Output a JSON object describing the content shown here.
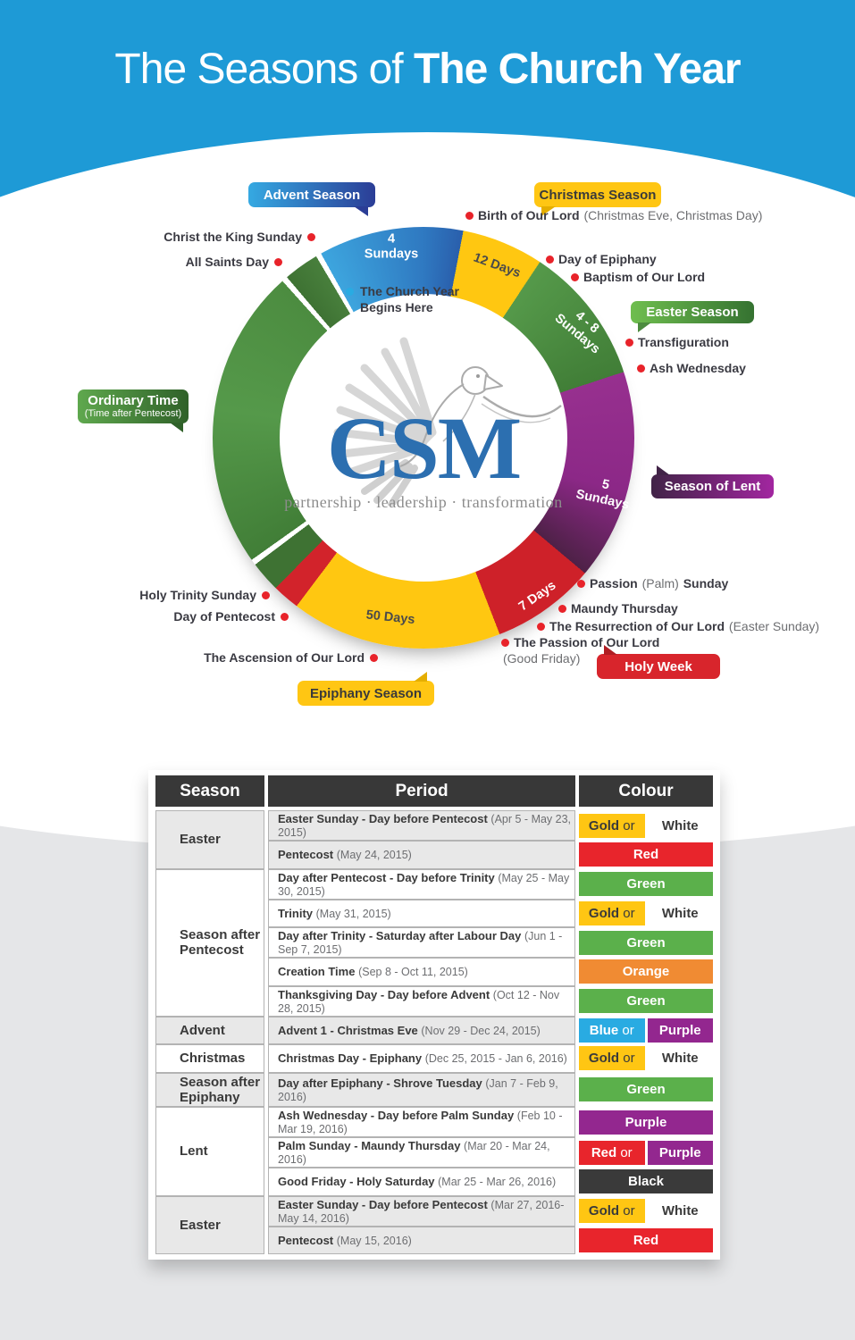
{
  "header": {
    "title_regular": "The Seasons of",
    "title_bold": "The Church Year"
  },
  "logo": {
    "name": "CSM",
    "tagline": "partnership · leadership · transformation"
  },
  "diagram": {
    "colors": {
      "advent_blue": "#2F79C1",
      "gold": "#FFC711",
      "green": "#4C8C40",
      "lent_purple": "#8C2887",
      "red": "#D2232B",
      "header_blue": "#1E9AD6"
    },
    "segments": {
      "advent": {
        "l1": "4",
        "l2": "Sundays"
      },
      "christmas": {
        "l1": "12 Days"
      },
      "epiphany": {
        "l1": "4 - 8",
        "l2": "Sundays"
      },
      "lent": {
        "l1": "5",
        "l2": "Sundays"
      },
      "holyweek": {
        "l1": "7 Days"
      },
      "easter": {
        "l1": "50 Days"
      }
    },
    "tags": {
      "advent": "Advent Season",
      "christmas": "Christmas Season",
      "easter": "Easter Season",
      "ordinary_main": "Ordinary Time",
      "ordinary_sub": "(Time after Pentecost)",
      "lent": "Season of Lent",
      "holyweek": "Holy Week",
      "epiphany": "Epiphany Season"
    },
    "begins_note": {
      "line1": "The Church Year",
      "line2": "Begins Here"
    },
    "events": {
      "christ_king": {
        "pre": "Christ the King Sunday"
      },
      "all_saints": {
        "pre": "All Saints Day"
      },
      "birth": {
        "pre": "Birth of Our Lord",
        "paren": "(Christmas Eve, Christmas Day)"
      },
      "epiphany_day": {
        "pre": "Day of Epiphany"
      },
      "baptism": {
        "pre": "Baptism of Our Lord"
      },
      "transfiguration": {
        "pre": "Transfiguration"
      },
      "ash_wednesday": {
        "pre": "Ash Wednesday"
      },
      "passion_palm": {
        "pre": "Passion",
        "paren": "(Palm)",
        "post": "Sunday"
      },
      "maundy": {
        "pre": "Maundy Thursday"
      },
      "resurrection": {
        "pre": "The Resurrection of Our Lord",
        "paren": "(Easter Sunday)"
      },
      "passion_lord": {
        "pre": "The Passion of Our Lord"
      },
      "good_friday": {
        "paren": "(Good Friday)"
      },
      "holy_trinity": {
        "pre": "Holy Trinity Sunday"
      },
      "pentecost_day": {
        "pre": "Day of Pentecost"
      },
      "ascension": {
        "pre": "The Ascension of Our Lord"
      }
    }
  },
  "table": {
    "headers": [
      "Season",
      "Period",
      "Colour"
    ],
    "groups": [
      {
        "season": "Easter",
        "shaded": true,
        "rows": [
          {
            "period": "Easter Sunday - Day before Pentecost",
            "dates": "(Apr 5 - May 23, 2015)",
            "colour": [
              {
                "label": "Gold or",
                "bg": "#FFC613",
                "fg": "#3A3A3A"
              },
              {
                "label": "White",
                "bg": "#FFFFFF",
                "fg": "#3A3A3A"
              }
            ]
          },
          {
            "period": "Pentecost",
            "dates": "(May 24, 2015)",
            "colour": [
              {
                "label": "Red",
                "bg": "#E8252C",
                "fg": "#FFFFFF"
              }
            ]
          }
        ]
      },
      {
        "season": "Season after Pentecost",
        "shaded": false,
        "rows": [
          {
            "period": "Day after Pentecost - Day before Trinity",
            "dates": "(May 25 - May 30, 2015)",
            "colour": [
              {
                "label": "Green",
                "bg": "#5BB04B",
                "fg": "#FFFFFF"
              }
            ]
          },
          {
            "period": "Trinity",
            "dates": "(May 31, 2015)",
            "colour": [
              {
                "label": "Gold or",
                "bg": "#FFC613",
                "fg": "#3A3A3A"
              },
              {
                "label": "White",
                "bg": "#FFFFFF",
                "fg": "#3A3A3A"
              }
            ]
          },
          {
            "period": "Day after Trinity - Saturday after Labour Day",
            "dates": "(Jun 1 - Sep 7, 2015)",
            "colour": [
              {
                "label": "Green",
                "bg": "#5BB04B",
                "fg": "#FFFFFF"
              }
            ]
          },
          {
            "period": "Creation Time",
            "dates": "(Sep 8 - Oct 11, 2015)",
            "colour": [
              {
                "label": "Orange",
                "bg": "#F08B33",
                "fg": "#FFFFFF"
              }
            ]
          },
          {
            "period": "Thanksgiving Day - Day before Advent",
            "dates": "(Oct 12 - Nov 28, 2015)",
            "colour": [
              {
                "label": "Green",
                "bg": "#5BB04B",
                "fg": "#FFFFFF"
              }
            ]
          }
        ]
      },
      {
        "season": "Advent",
        "shaded": true,
        "rows": [
          {
            "period": "Advent 1 - Christmas Eve",
            "dates": "(Nov 29 - Dec 24, 2015)",
            "colour": [
              {
                "label": "Blue or",
                "bg": "#29ABE2",
                "fg": "#FFFFFF"
              },
              {
                "label": "Purple",
                "bg": "#93278F",
                "fg": "#FFFFFF"
              }
            ]
          }
        ]
      },
      {
        "season": "Christmas",
        "shaded": false,
        "rows": [
          {
            "period": "Christmas Day - Epiphany",
            "dates": "(Dec 25, 2015 - Jan 6, 2016)",
            "colour": [
              {
                "label": "Gold or",
                "bg": "#FFC613",
                "fg": "#3A3A3A"
              },
              {
                "label": "White",
                "bg": "#FFFFFF",
                "fg": "#3A3A3A"
              }
            ]
          }
        ]
      },
      {
        "season": "Season after Epiphany",
        "shaded": true,
        "rows": [
          {
            "period": "Day after Epiphany - Shrove Tuesday",
            "dates": "(Jan 7 - Feb 9, 2016)",
            "colour": [
              {
                "label": "Green",
                "bg": "#5BB04B",
                "fg": "#FFFFFF"
              }
            ]
          }
        ]
      },
      {
        "season": "Lent",
        "shaded": false,
        "rows": [
          {
            "period": "Ash Wednesday - Day before Palm Sunday",
            "dates": "(Feb 10 - Mar 19, 2016)",
            "colour": [
              {
                "label": "Purple",
                "bg": "#93278F",
                "fg": "#FFFFFF"
              }
            ]
          },
          {
            "period": "Palm Sunday - Maundy Thursday",
            "dates": "(Mar 20 - Mar 24, 2016)",
            "colour": [
              {
                "label": "Red or",
                "bg": "#E8252C",
                "fg": "#FFFFFF"
              },
              {
                "label": "Purple",
                "bg": "#93278F",
                "fg": "#FFFFFF"
              }
            ]
          },
          {
            "period": "Good Friday - Holy Saturday",
            "dates": "(Mar 25 - Mar 26, 2016)",
            "colour": [
              {
                "label": "Black",
                "bg": "#3A3A3A",
                "fg": "#FFFFFF"
              }
            ]
          }
        ]
      },
      {
        "season": "Easter",
        "shaded": true,
        "rows": [
          {
            "period": "Easter Sunday - Day before Pentecost",
            "dates": "(Mar 27, 2016- May 14, 2016)",
            "colour": [
              {
                "label": "Gold or",
                "bg": "#FFC613",
                "fg": "#3A3A3A"
              },
              {
                "label": "White",
                "bg": "#FFFFFF",
                "fg": "#3A3A3A"
              }
            ]
          },
          {
            "period": "Pentecost",
            "dates": "(May 15, 2016)",
            "colour": [
              {
                "label": "Red",
                "bg": "#E8252C",
                "fg": "#FFFFFF"
              }
            ]
          }
        ]
      }
    ]
  }
}
